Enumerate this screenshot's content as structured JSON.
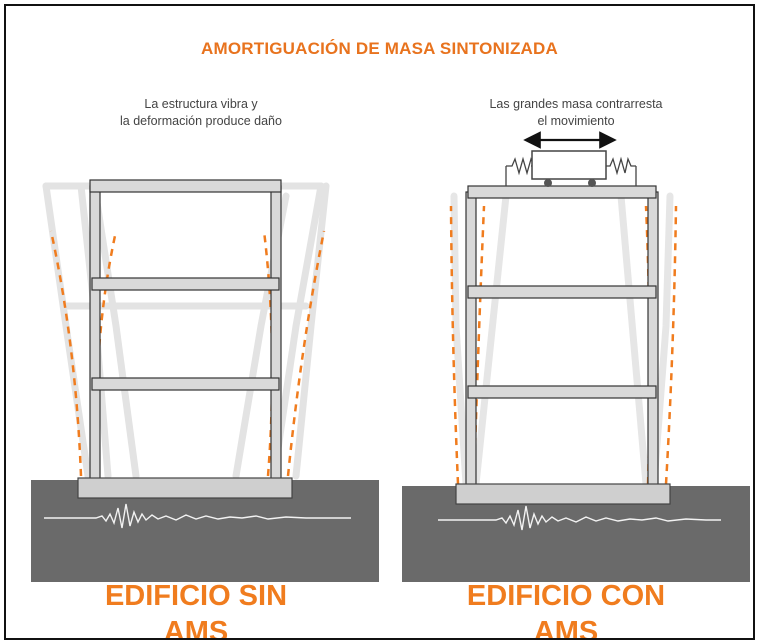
{
  "title": "AMORTIGUACIÓN DE MASA SINTONIZADA",
  "left_panel": {
    "caption_lines": [
      "La estructura vibra y",
      "la deformación produce daño"
    ],
    "label_lines": [
      "EDIFICIO SIN",
      "AMS"
    ]
  },
  "right_panel": {
    "caption_lines": [
      "Las grandes masa contrarresta",
      "el movimiento"
    ],
    "label_lines": [
      "EDIFICIO CON",
      "AMS"
    ]
  },
  "colors": {
    "accent_orange": "#f07c1e",
    "ground": "#6a6a6a",
    "structure": "#d9d9d9",
    "outline": "#333333",
    "ghost": "#e4e4e4"
  },
  "icons": {
    "arrow": "double-headed-arrow-icon",
    "spring": "spring-icon",
    "wave": "seismic-wave-icon"
  }
}
